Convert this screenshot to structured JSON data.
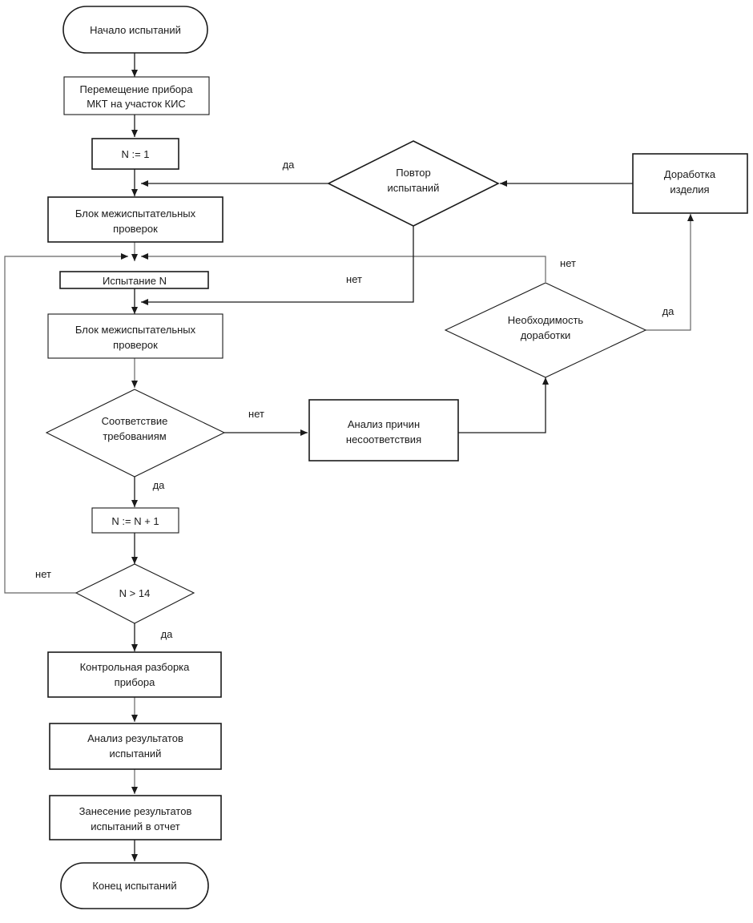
{
  "nodes": {
    "start": "Начало испытаний",
    "move_device": [
      "Перемещение прибора",
      "МКТ на участок КИС"
    ],
    "n_init": "N := 1",
    "inter_checks_1": [
      "Блок межиспытательных",
      "проверок"
    ],
    "test_n": "Испытание N",
    "inter_checks_2": [
      "Блок межиспытательных",
      "проверок"
    ],
    "compliance": [
      "Соответствие",
      "требованиям"
    ],
    "cause_analysis": [
      "Анализ причин",
      "несоответствия"
    ],
    "need_rework": [
      "Необходимость",
      "доработки"
    ],
    "rework": [
      "Доработка",
      "изделия"
    ],
    "repeat_tests": [
      "Повтор",
      "испытаний"
    ],
    "n_increment": "N := N + 1",
    "n_check": "N > 14",
    "disassembly": [
      "Контрольная разборка",
      "прибора"
    ],
    "results_analysis": [
      "Анализ результатов",
      "испытаний"
    ],
    "report": [
      "Занесение результатов",
      "испытаний в отчет"
    ],
    "end": "Конец испытаний"
  },
  "edge_labels": {
    "repeat_yes": "да",
    "repeat_no": "нет",
    "rework_no": "нет",
    "rework_yes": "да",
    "compliance_no": "нет",
    "compliance_yes": "да",
    "n_check_no": "нет",
    "n_check_yes": "да"
  }
}
